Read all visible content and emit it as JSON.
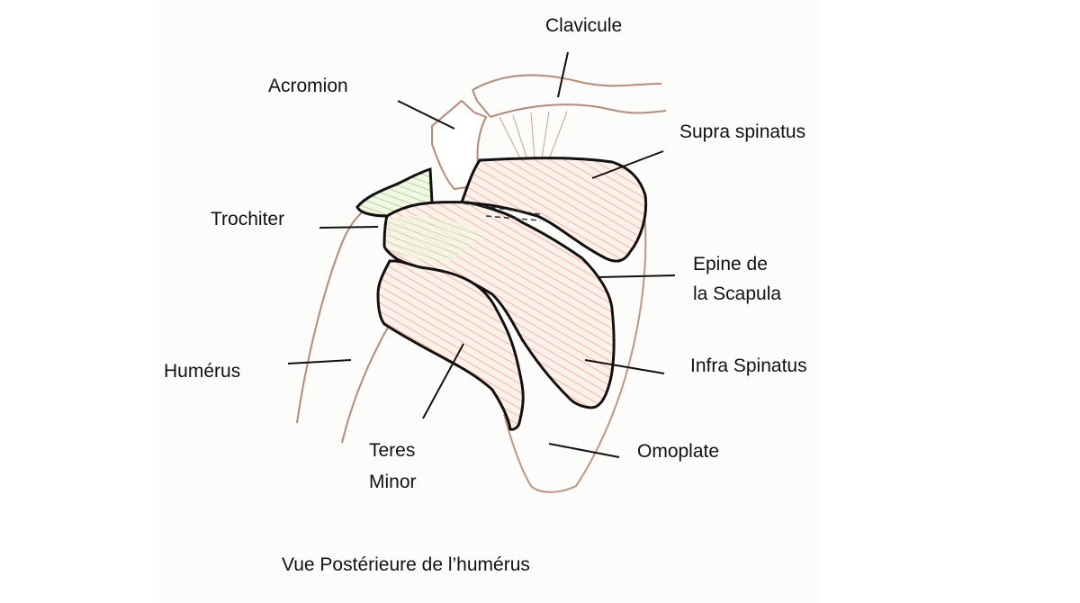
{
  "labels": {
    "clavicule": "Clavicule",
    "acromion": "Acromion",
    "supra_spinatus": "Supra spinatus",
    "trochiter": "Trochiter",
    "epine_line1": "Epine de",
    "epine_line2": "la Scapula",
    "humerus": "Humérus",
    "infra_spinatus": "Infra Spinatus",
    "teres_line1": "Teres",
    "teres_line2": "Minor",
    "omoplate": "Omoplate"
  },
  "caption": "Vue Postérieure de l’humérus",
  "colors": {
    "outline": "#111111",
    "bone": "#b88a78",
    "muscle_red": "#f08060",
    "muscle_green": "#9cc060"
  }
}
